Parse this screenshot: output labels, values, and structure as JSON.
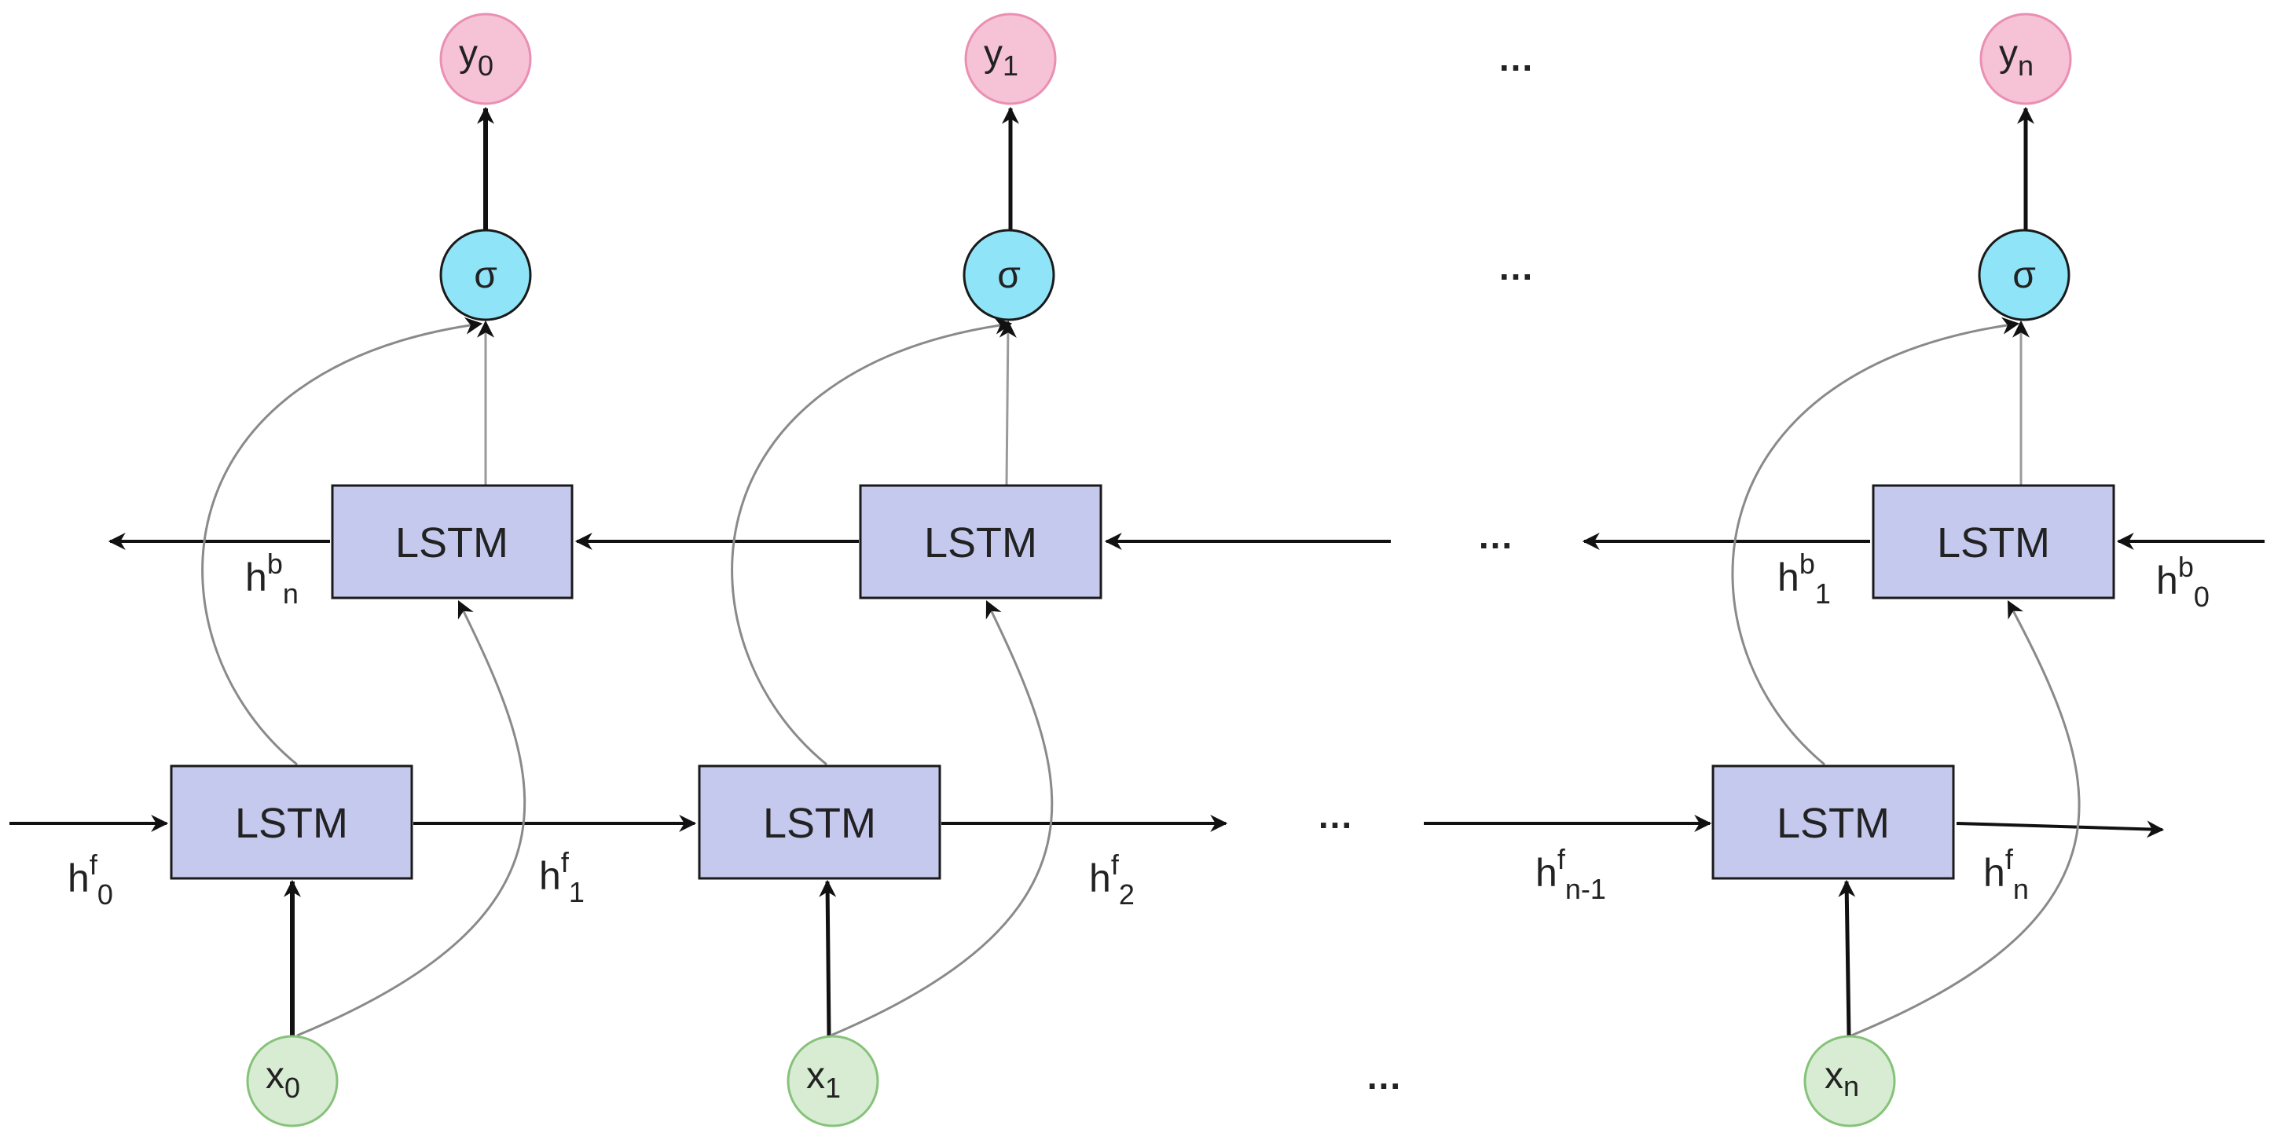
{
  "colors": {
    "lstm_fill": "#c5c9ee",
    "lstm_stroke": "#1a1a1a",
    "input_fill": "#d8ecd3",
    "input_stroke": "#86c27a",
    "output_fill": "#f6c2d6",
    "output_stroke": "#ea8fb3",
    "sigma_fill": "#8fe4f8",
    "sigma_stroke": "#1a1a1a",
    "arrow": "#111111",
    "skip_arrow": "#8a8a8a"
  },
  "blocks": [
    {
      "forward_label": "LSTM",
      "backward_label": "LSTM",
      "sigma_label": "σ",
      "input": {
        "base": "x",
        "sub": "0"
      },
      "output": {
        "base": "y",
        "sub": "0"
      }
    },
    {
      "forward_label": "LSTM",
      "backward_label": "LSTM",
      "sigma_label": "σ",
      "input": {
        "base": "x",
        "sub": "1"
      },
      "output": {
        "base": "y",
        "sub": "1"
      }
    },
    {
      "forward_label": "LSTM",
      "backward_label": "LSTM",
      "sigma_label": "σ",
      "input": {
        "base": "x",
        "sub": "n"
      },
      "output": {
        "base": "y",
        "sub": "n"
      }
    }
  ],
  "hidden_labels": {
    "hf0": {
      "base": "h",
      "sup": "f",
      "sub": "0"
    },
    "hf1": {
      "base": "h",
      "sup": "f",
      "sub": "1"
    },
    "hf2": {
      "base": "h",
      "sup": "f",
      "sub": "2"
    },
    "hfn1": {
      "base": "h",
      "sup": "f",
      "sub": "n-1"
    },
    "hfn": {
      "base": "h",
      "sup": "f",
      "sub": "n"
    },
    "hbn": {
      "base": "h",
      "sup": "b",
      "sub": "n"
    },
    "hb1": {
      "base": "h",
      "sup": "b",
      "sub": "1"
    },
    "hb0": {
      "base": "h",
      "sup": "b",
      "sub": "0"
    }
  },
  "ellipsis": "..."
}
